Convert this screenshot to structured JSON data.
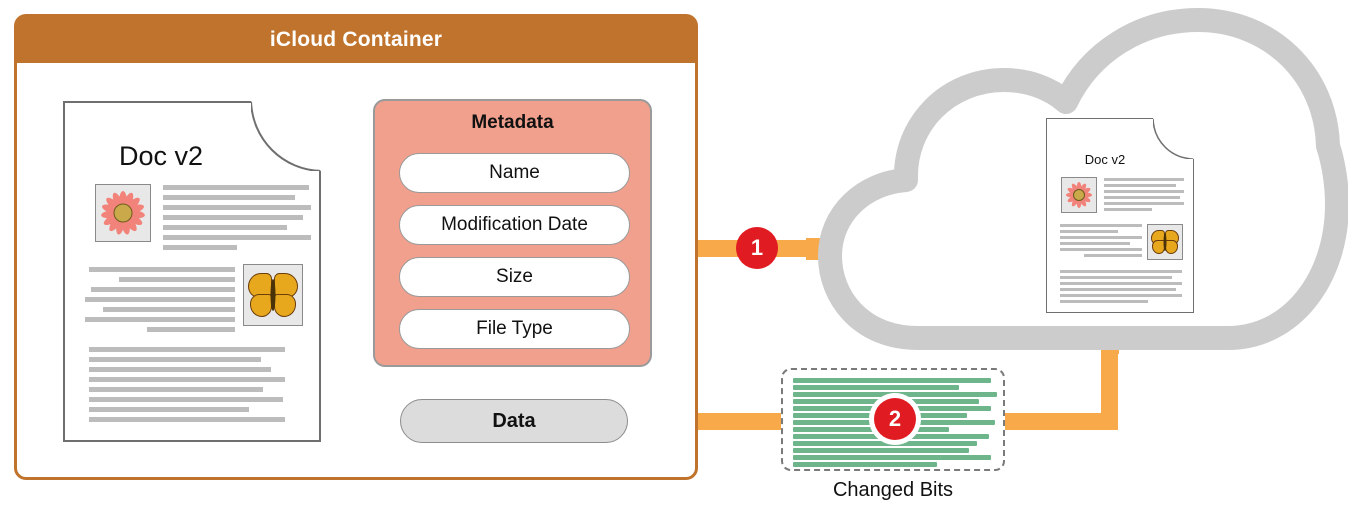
{
  "diagram": {
    "title": "iCloud document sync: metadata and changed bits upload",
    "colors": {
      "container_border": "#C0732C",
      "container_header": "#C0732C",
      "metadata_panel": "#F0A08C",
      "data_pill": "#DCDCDC",
      "arrow_orange": "#F8A94A",
      "badge_red": "#E01B22",
      "cloud_gray": "#CCCCCC",
      "changed_bits_green": "#6FB58C",
      "text_line_gray": "#BCBCBC"
    }
  },
  "container": {
    "header_label": "iCloud Container"
  },
  "local_document": {
    "title": "Doc v2",
    "image_1": "flower-thumbnail",
    "image_2": "butterfly-thumbnail"
  },
  "metadata": {
    "title": "Metadata",
    "fields": [
      {
        "label": "Name"
      },
      {
        "label": "Modification Date"
      },
      {
        "label": "Size"
      },
      {
        "label": "File Type"
      }
    ]
  },
  "data": {
    "label": "Data"
  },
  "steps": [
    {
      "number": "1",
      "describes": "metadata-upload-arrow"
    },
    {
      "number": "2",
      "describes": "changed-bits-upload"
    }
  ],
  "changed_bits": {
    "label": "Changed Bits",
    "line_count": 13
  },
  "cloud": {
    "name": "icloud-cloud-shape",
    "document": {
      "title": "Doc v2",
      "image_1": "flower-thumbnail",
      "image_2": "butterfly-thumbnail"
    }
  }
}
